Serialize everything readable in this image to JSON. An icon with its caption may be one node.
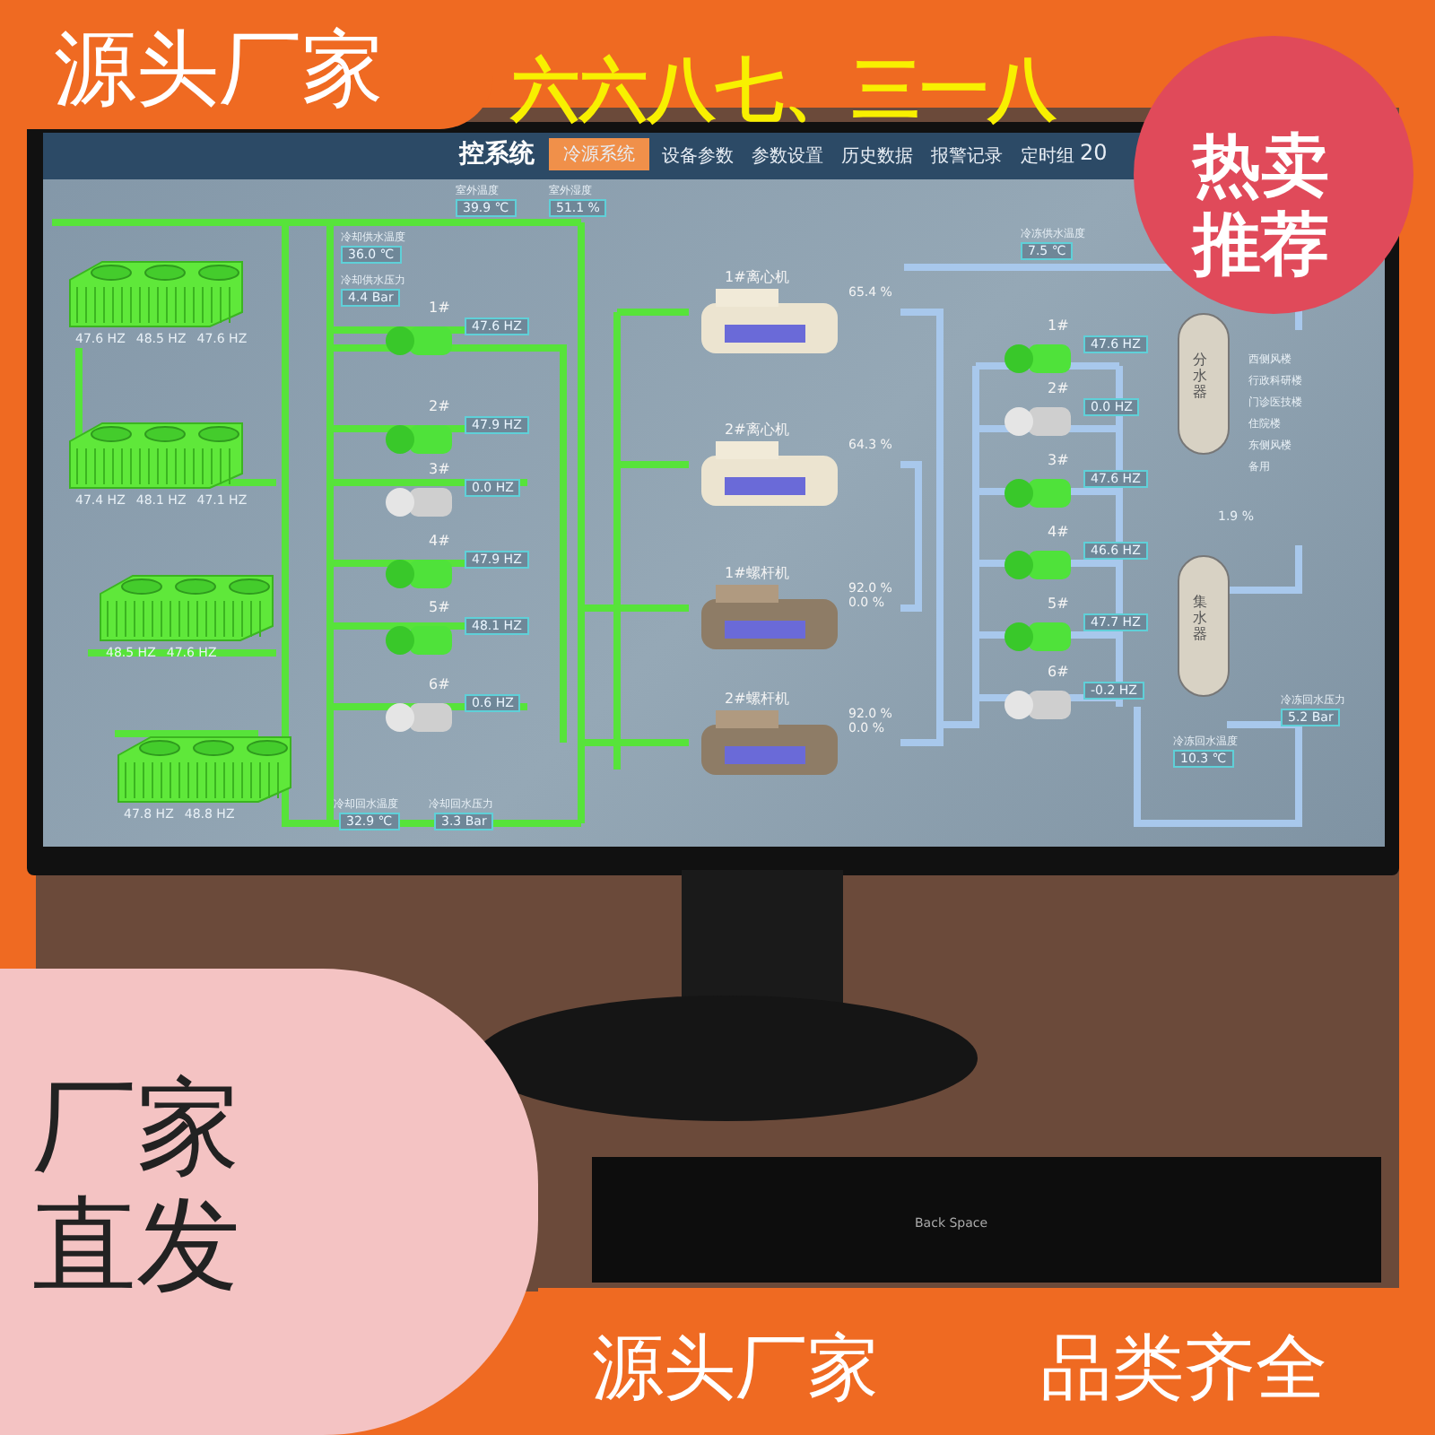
{
  "diagram": {
    "nodes": [
      {
        "text": [],
        "shape": "picture",
        "beside": [
          "47.6 HZ",
          "48.5 HZ",
          "47.6 HZ"
        ]
      },
      {
        "text": [],
        "shape": "picture",
        "beside": [
          "47.4 HZ",
          "48.1 HZ",
          "47.1 HZ"
        ]
      },
      {
        "text": [],
        "shape": "picture",
        "beside": [
          "48.5 HZ",
          "47.6 HZ"
        ]
      },
      {
        "text": [],
        "shape": "picture",
        "beside": [
          "47.8 HZ",
          "48.8 HZ"
        ]
      },
      {
        "text": [
          "1#"
        ],
        "beside": [
          "47.6 HZ"
        ]
      },
      {
        "text": [
          "2#"
        ],
        "beside": [
          "47.9 HZ"
        ]
      },
      {
        "text": [
          "3#"
        ],
        "beside": [
          "0.0 HZ"
        ]
      },
      {
        "text": [
          "4#"
        ],
        "beside": [
          "47.9 HZ"
        ]
      },
      {
        "text": [
          "5#"
        ],
        "beside": [
          "48.1 HZ"
        ]
      },
      {
        "text": [
          "6#"
        ],
        "beside": [
          "0.6 HZ"
        ]
      },
      {
        "text": [
          "1#离心机"
        ],
        "beside": [
          "65.4 %"
        ]
      },
      {
        "text": [
          "2#离心机"
        ],
        "beside": [
          "64.3 %"
        ]
      },
      {
        "text": [
          "1#螺杆机"
        ],
        "beside": [
          "92.0 %",
          "0.0 %"
        ]
      },
      {
        "text": [
          "2#螺杆机"
        ],
        "beside": [
          "92.0 %",
          "0.0 %"
        ]
      },
      {
        "text": [
          "1#"
        ],
        "beside": [
          "47.6 HZ"
        ]
      },
      {
        "text": [
          "2#"
        ],
        "beside": [
          "0.0 HZ"
        ]
      },
      {
        "text": [
          "3#"
        ],
        "beside": [
          "47.6 HZ"
        ]
      },
      {
        "text": [
          "4#"
        ],
        "beside": [
          "46.6 HZ"
        ]
      },
      {
        "text": [
          "5#"
        ],
        "beside": [
          "47.7 HZ"
        ]
      },
      {
        "text": [
          "6#"
        ],
        "beside": [
          "-0.2 HZ"
        ]
      },
      {
        "text": [
          "分水器"
        ]
      },
      {
        "text": [
          "集水器"
        ]
      }
    ],
    "labels": [
      "源头厂家",
      "六六八七、三一八",
      "热卖推荐",
      "控系统",
      "冷源系统",
      "设备参数",
      "参数设置",
      "历史数据",
      "报警记录",
      "定时组",
      "20",
      "室外温度",
      "39.9 ℃",
      "室外湿度",
      "51.1 %",
      "冷却供水温度",
      "36.0 ℃",
      "冷却供水压力",
      "4.4 Bar",
      "冷冻供水温度",
      "7.5 ℃",
      "西侧风楼",
      "行政科研楼",
      "门诊医技楼",
      "住院楼",
      "东侧风楼",
      "备用",
      "1.9 %",
      "冷冻回水压力",
      "5.2 Bar",
      "冷冻回水温度",
      "10.3 ℃",
      "冷却回水温度",
      "32.9 ℃",
      "冷却回水压力",
      "3.3 Bar",
      "Back Space",
      "厂家直发",
      "源头厂家",
      "品类齐全"
    ]
  }
}
